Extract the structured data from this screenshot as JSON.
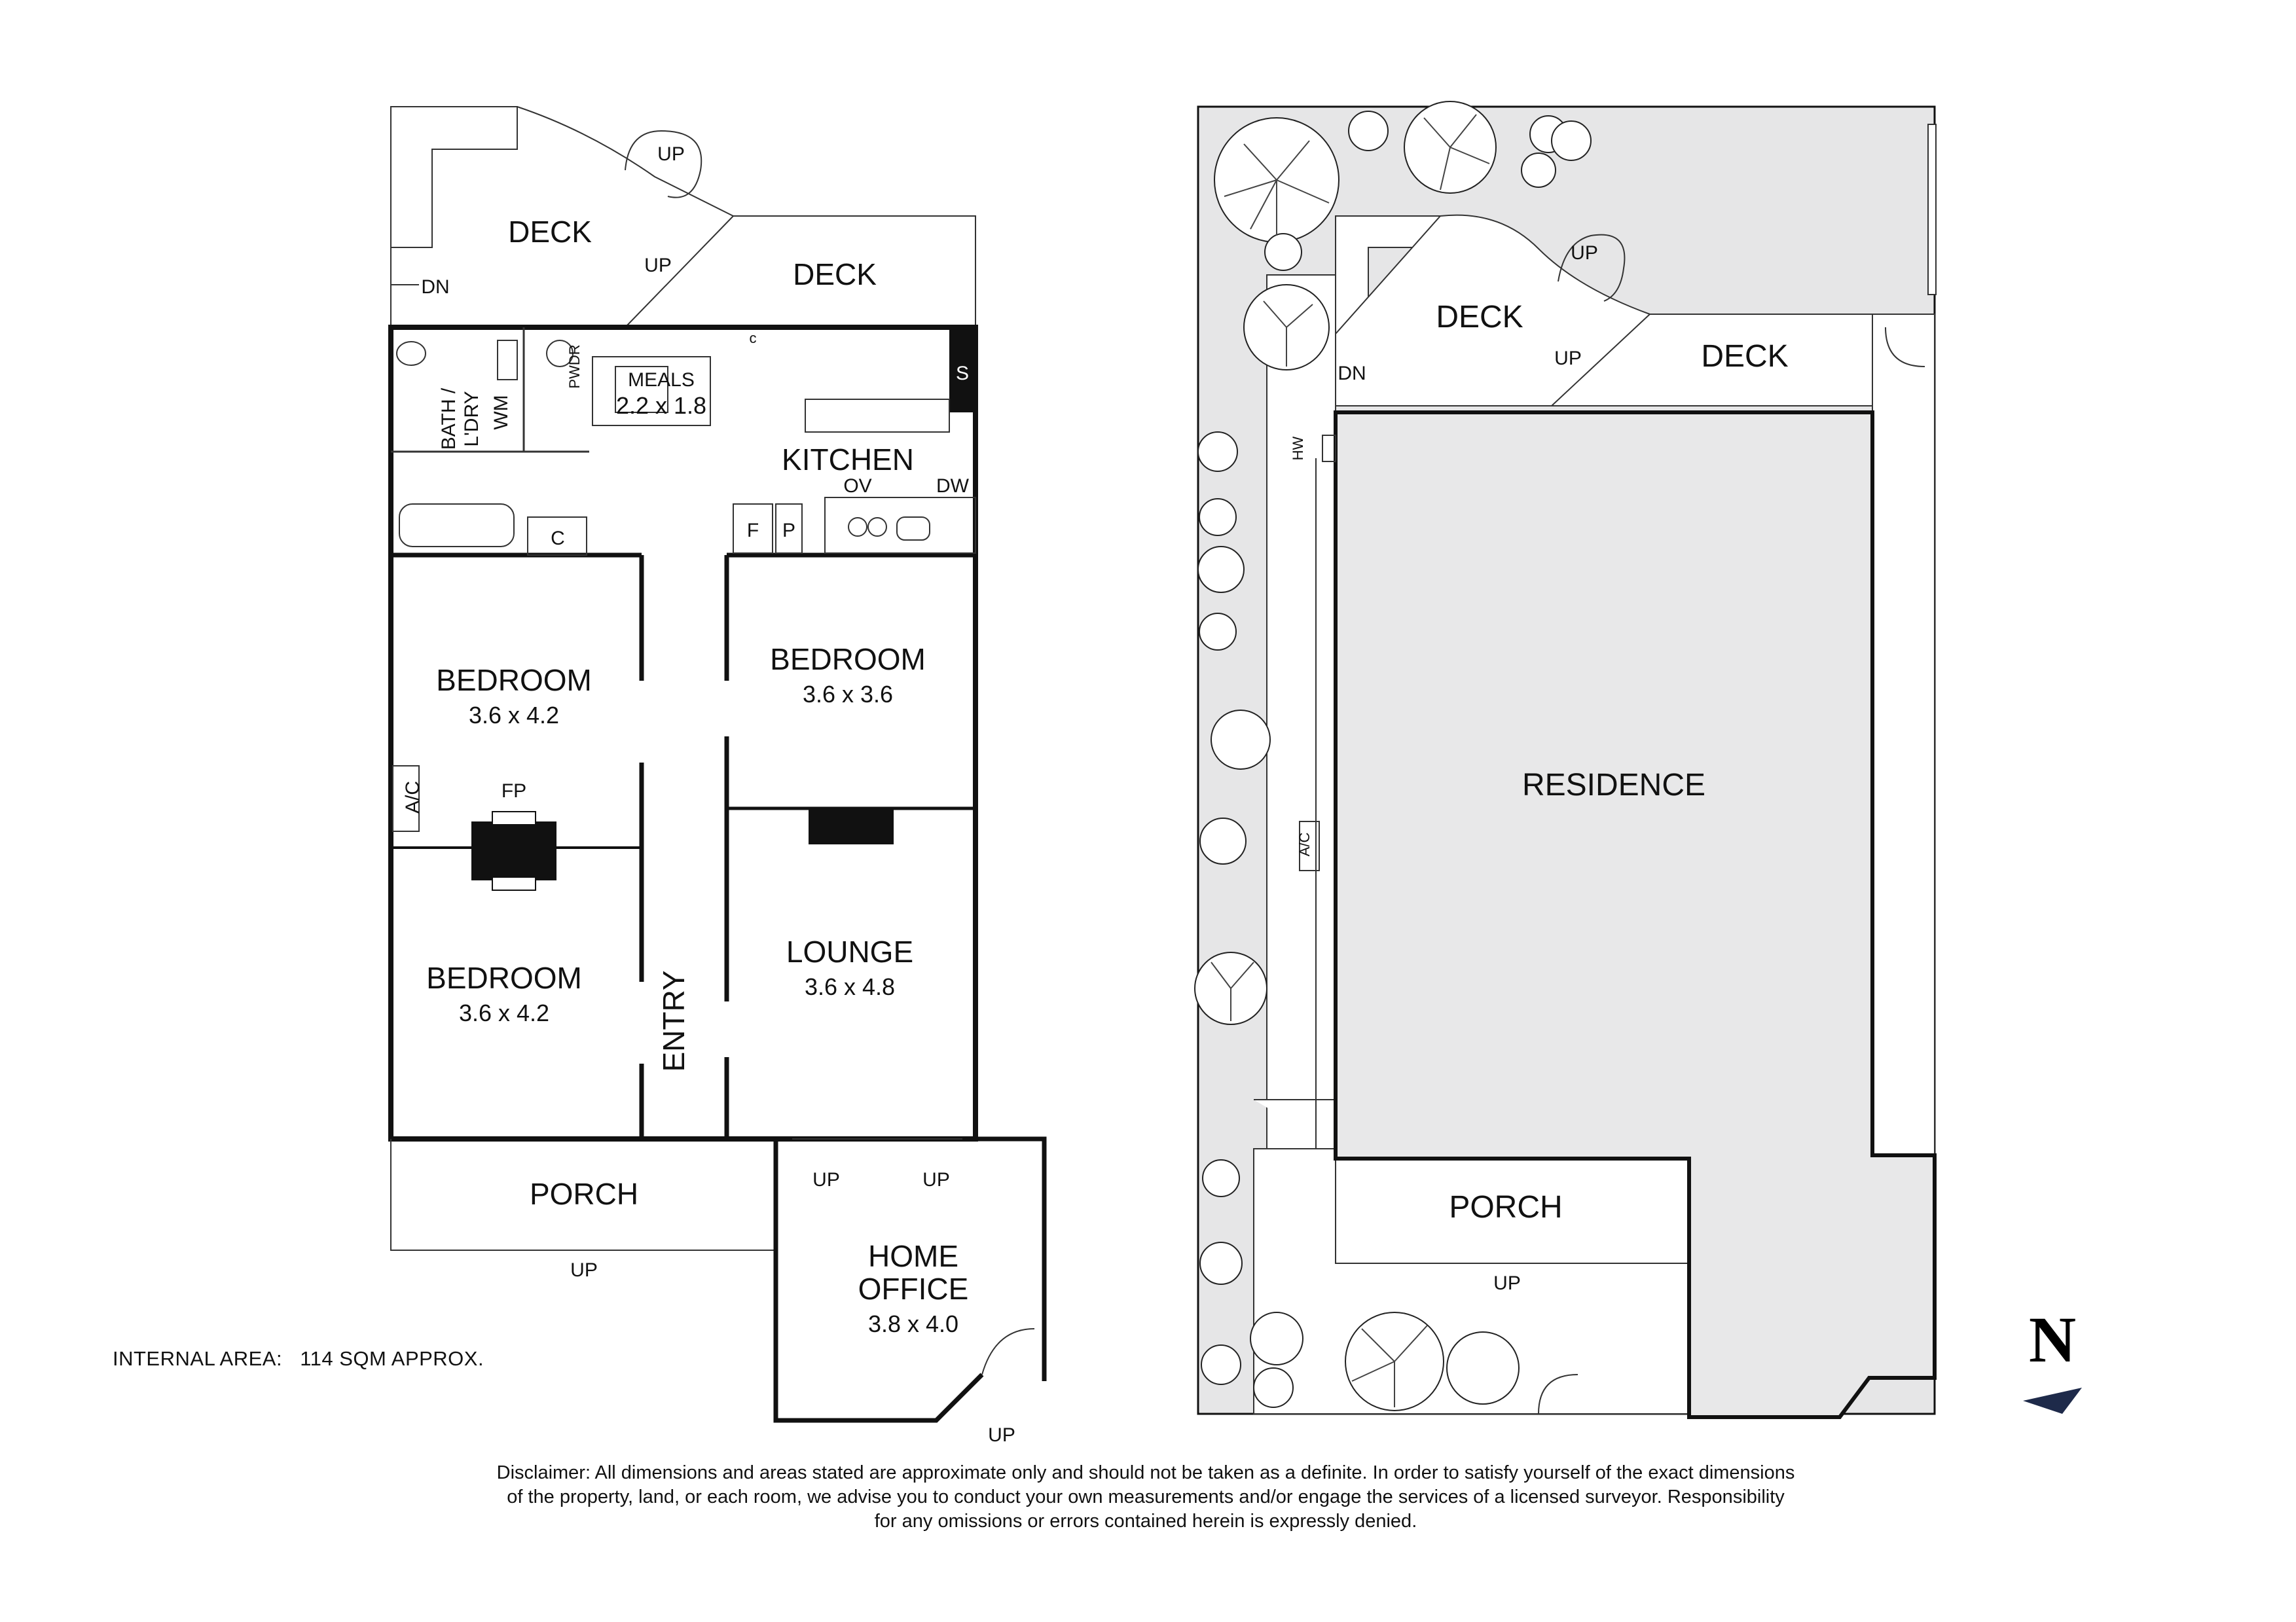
{
  "floor_plan": {
    "rooms": {
      "deck_left": "DECK",
      "deck_right": "DECK",
      "meals": "MEALS",
      "meals_dim": "2.2 x 1.8",
      "kitchen": "KITCHEN",
      "bath": "BATH /",
      "ldry": "L'DRY",
      "pwdr": "PWDR",
      "wm": "WM",
      "bedroom1": "BEDROOM",
      "bedroom1_dim": "3.6 x 4.2",
      "bedroom2": "BEDROOM",
      "bedroom2_dim": "3.6 x 4.2",
      "bedroom3": "BEDROOM",
      "bedroom3_dim": "3.6 x 3.6",
      "lounge": "LOUNGE",
      "lounge_dim": "3.6 x 4.8",
      "entry": "ENTRY",
      "porch": "PORCH",
      "home_office_1": "HOME",
      "home_office_2": "OFFICE",
      "home_office_dim": "3.8 x 4.0"
    },
    "fixtures": {
      "c": "C",
      "c_small": "c",
      "s": "S",
      "ov": "OV",
      "dw": "DW",
      "f": "F",
      "p": "P",
      "fp": "FP",
      "ac": "A/C"
    },
    "stairs": {
      "up": "UP",
      "dn": "DN"
    }
  },
  "site_plan": {
    "deck_left": "DECK",
    "deck_right": "DECK",
    "residence": "RESIDENCE",
    "porch": "PORCH",
    "hw": "HW",
    "ac": "A/C",
    "up": "UP",
    "dn": "DN"
  },
  "compass": {
    "label": "N"
  },
  "footer": {
    "internal_area_label": "INTERNAL AREA:",
    "internal_area_value": "114 SQM APPROX.",
    "disclaimer_1": "Disclaimer: All dimensions and areas stated are approximate only and should not be taken as a definite. In order to satisfy yourself of the exact dimensions",
    "disclaimer_2": "of the property, land, or each room, we advise you to conduct your own measurements and/or engage the services of a licensed surveyor. Responsibility",
    "disclaimer_3": "for any omissions or errors contained herein is expressly denied."
  },
  "colors": {
    "site_fill": "#e6e6e7",
    "residence_fill": "#e8e8e9",
    "wall": "#111111"
  }
}
